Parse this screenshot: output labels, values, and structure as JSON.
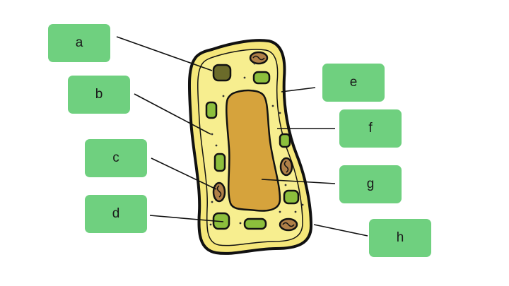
{
  "diagram": {
    "labels": [
      {
        "id": "a",
        "text": "a",
        "points_to": "chloroplast-top"
      },
      {
        "id": "b",
        "text": "b",
        "points_to": "cytoplasm"
      },
      {
        "id": "c",
        "text": "c",
        "points_to": "mitochondrion"
      },
      {
        "id": "d",
        "text": "d",
        "points_to": "chloroplast-bottom"
      },
      {
        "id": "e",
        "text": "e",
        "points_to": "cell-wall"
      },
      {
        "id": "f",
        "text": "f",
        "points_to": "cell-membrane"
      },
      {
        "id": "g",
        "text": "g",
        "points_to": "vacuole"
      },
      {
        "id": "h",
        "text": "h",
        "points_to": "outer-wall"
      }
    ]
  },
  "colors": {
    "label_fill": "#6fd07f",
    "cell_wall_fill": "#f5e77a",
    "cytoplasm_fill": "#f7ee8f",
    "vacuole_fill": "#d6a33c",
    "chloroplast_fill": "#8cbf3c",
    "mitochondrion_fill": "#b08048",
    "outline": "#111111"
  }
}
